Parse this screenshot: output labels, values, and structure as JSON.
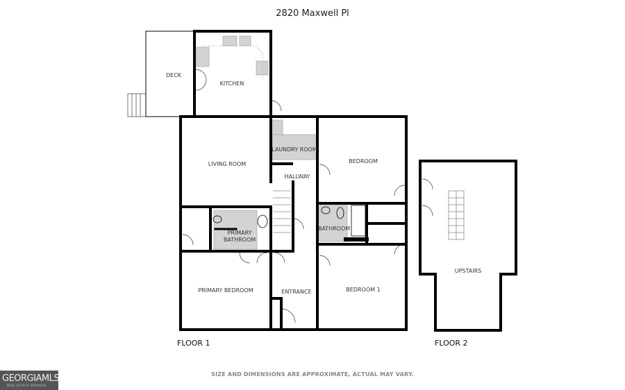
{
  "title": "2820 Maxwell Pl",
  "rooms": {
    "deck": "DECK",
    "kitchen": "KITCHEN",
    "living_room": "LIVING ROOM",
    "laundry_room": "LAUNDRY ROOM",
    "hallway": "HALLWAY",
    "bedroom": "BEDROOM",
    "bathroom": "BATHROOM",
    "primary_bathroom_1": "PRIMARY",
    "primary_bathroom_2": "BATHROOM",
    "primary_bedroom": "PRIMARY BEDROOM",
    "entrance": "ENTRANCE",
    "bedroom_1": "BEDROOM 1",
    "upstairs": "UPSTAIRS"
  },
  "floors": [
    "FLOOR 1",
    "FLOOR 2"
  ],
  "disclaimer": "SIZE AND DIMENSIONS ARE APPROXIMATE, ACTUAL MAY VARY.",
  "logo": {
    "main": "GEORGIAMLS",
    "sub": "REAL ESTATE SERVICES"
  },
  "colors": {
    "wall": "#000000",
    "fixture_fill": "#d3d3d3"
  }
}
